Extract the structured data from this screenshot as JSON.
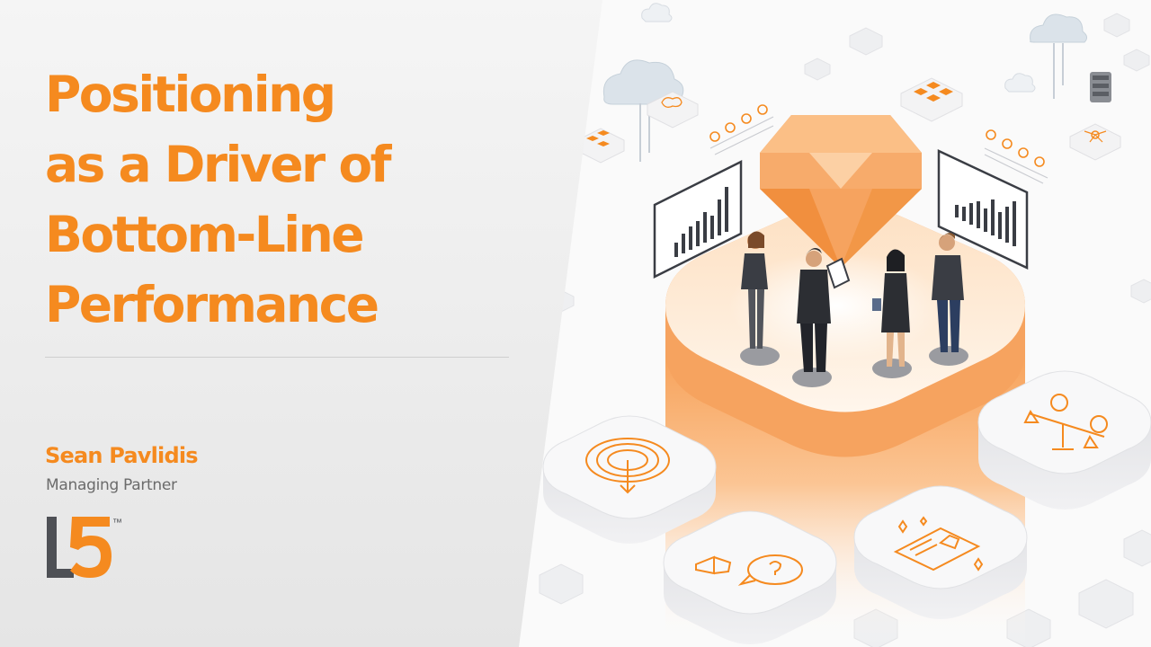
{
  "slide": {
    "title_lines": [
      "Positioning",
      "as a Driver of",
      "Bottom-Line",
      "Performance"
    ],
    "presenter": {
      "name": "Sean Pavlidis",
      "role": "Managing Partner"
    },
    "logo": {
      "text": "L5",
      "trademark": "™"
    }
  },
  "colors": {
    "accent": "#f58a1f",
    "panel_light": "#f4f4f4",
    "panel_dark": "#e6e6e6",
    "text_gray": "#6b6b6b",
    "logo_gray": "#4e5055"
  },
  "illustration": {
    "icons": [
      "cloud-icon",
      "diamond-icon",
      "bar-chart-icon",
      "target-icon",
      "lightbulb-scale-icon",
      "megaphone-icon",
      "document-icon",
      "server-icon",
      "network-icon"
    ]
  }
}
